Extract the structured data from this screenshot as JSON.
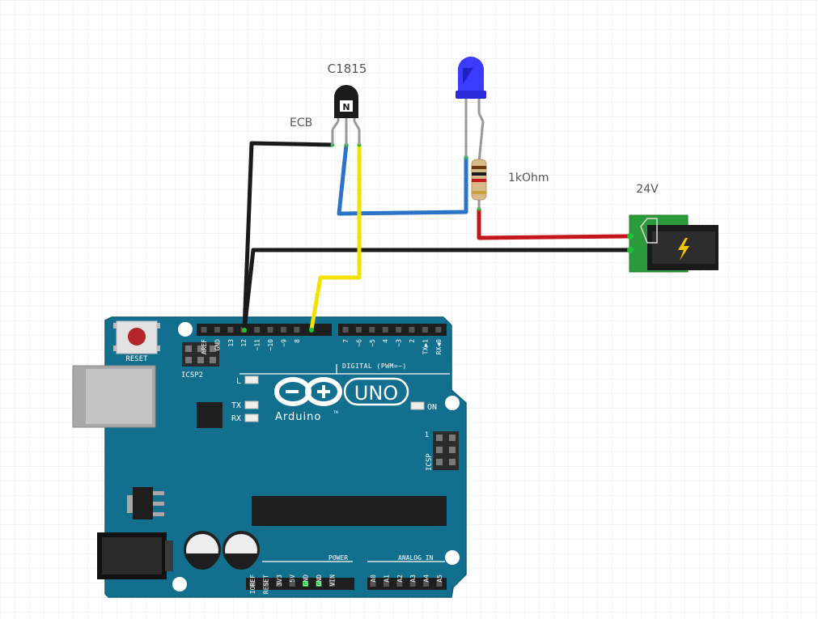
{
  "labels": {
    "transistor_part": "C1815",
    "transistor_pins": "ECB",
    "resistor_value": "1kOhm",
    "supply_voltage": "24V"
  },
  "arduino": {
    "logo_text": "Arduino",
    "trademark": "TM",
    "model": "UNO",
    "reset": "RESET",
    "icsp2": "ICSP2",
    "icsp": "ICSP",
    "icsp_pin1": "1",
    "led_l": "L",
    "led_tx": "TX",
    "led_rx": "RX",
    "led_on": "ON",
    "digital_label": "DIGITAL (PWM=~)",
    "power_label": "POWER",
    "analog_label": "ANALOG IN",
    "digital_pins_left": [
      "AREF",
      "GND",
      "13",
      "12",
      "~11",
      "~10",
      "~9",
      "8"
    ],
    "digital_pins_right": [
      "7",
      "~6",
      "~5",
      "4",
      "~3",
      "2",
      "TX▶1",
      "RX◀0"
    ],
    "power_pins": [
      "IOREF",
      "RESET",
      "3V3",
      "5V",
      "GND",
      "GND",
      "VIN"
    ],
    "analog_pins": [
      "A0",
      "A1",
      "A2",
      "A3",
      "A4",
      "A5"
    ]
  },
  "colors": {
    "board": "#136f8e",
    "grid": "#e6e6e6",
    "wire_black": "#1a1a1a",
    "wire_blue": "#2a73c9",
    "wire_yellow": "#f2e200",
    "wire_red": "#c4161c",
    "led_blue": "#3b3bff",
    "pcb_green": "#2a9a3a",
    "bolt": "#f5c400"
  }
}
